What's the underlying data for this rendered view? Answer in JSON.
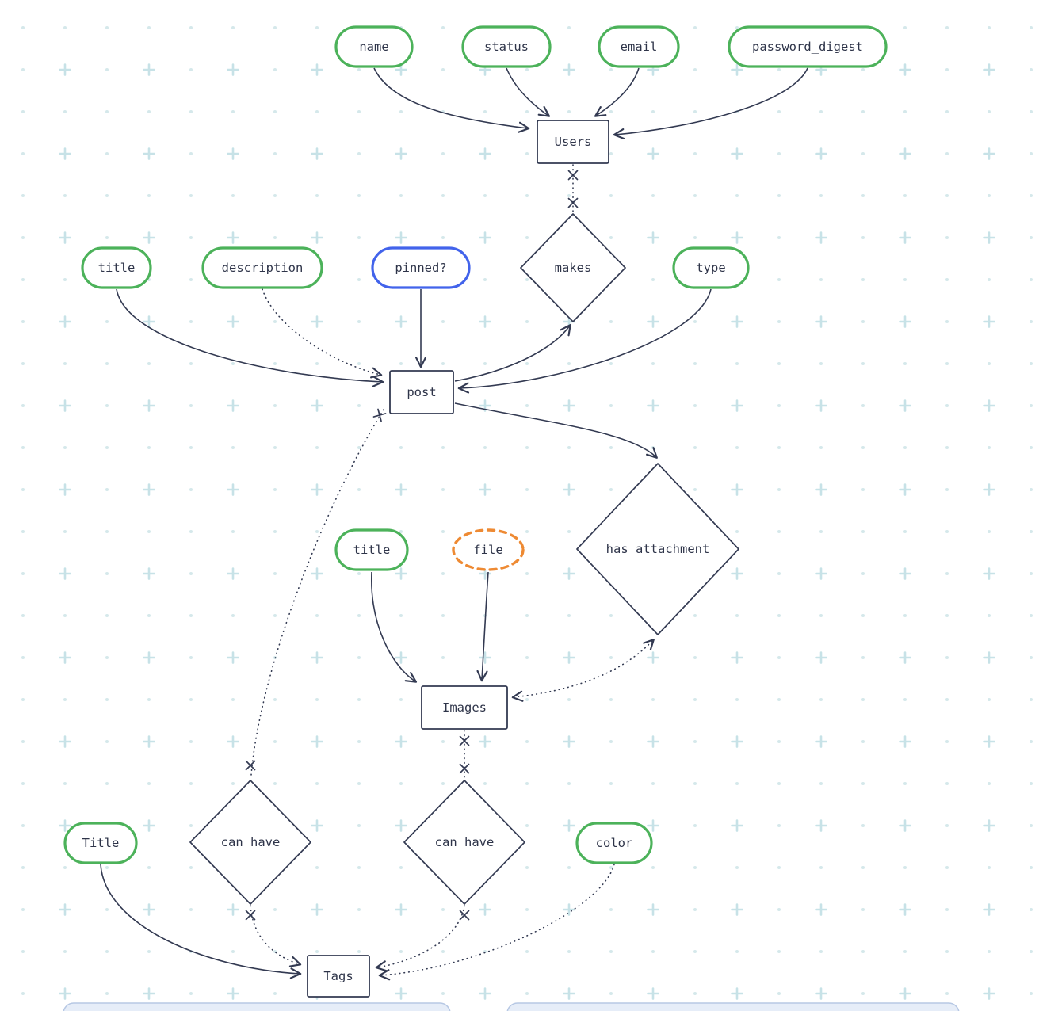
{
  "colors": {
    "ink": "#333a52",
    "green": "#4cb25a",
    "blue": "#4263eb",
    "orange": "#ee8a33"
  },
  "entities": {
    "users": "Users",
    "post": "post",
    "images": "Images",
    "tags": "Tags"
  },
  "relationships": {
    "makes": "makes",
    "has_attachment": "has attachment",
    "post_can_have": "can have",
    "images_can_have": "can have"
  },
  "attributes": {
    "user_name": "name",
    "user_status": "status",
    "user_email": "email",
    "user_password_digest": "password_digest",
    "post_title": "title",
    "post_description": "description",
    "post_pinned": "pinned?",
    "post_type": "type",
    "image_title": "title",
    "image_file": "file",
    "tag_title": "Title",
    "tag_color": "color"
  }
}
